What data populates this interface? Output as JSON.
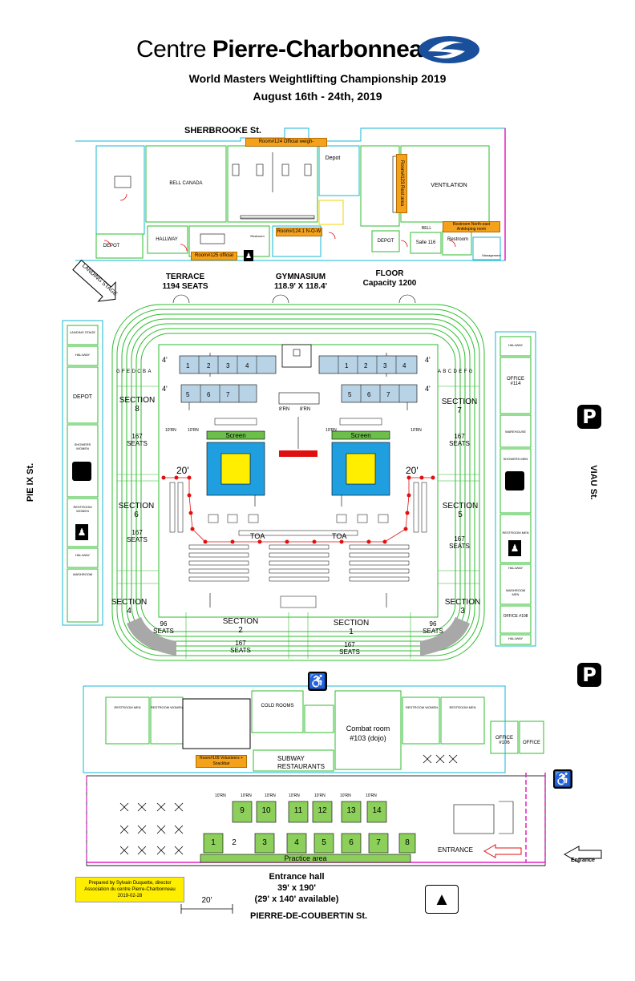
{
  "header": {
    "logo_text_light": "Centre",
    "logo_text_bold": "Pierre-Charbonneau",
    "title": "World Masters Weightlifting Championship 2019",
    "dates": "August 16th - 24th, 2019"
  },
  "streets": {
    "north": "SHERBROOKE St.",
    "west": "PIE IX St.",
    "east": "VIAU St.",
    "south": "PIERRE-DE-COUBERTIN St."
  },
  "top_rooms": {
    "room124": "Room#124 Official weigh-",
    "bell_canada": "BELL CANADA",
    "depot1": "Depot",
    "room123": "Room#123 Rest area",
    "ventilation": "VENTILATION",
    "room124_1": "Room#124.1 N-O-W",
    "room125": "Room#125 official",
    "hallway": "HALLWAY",
    "depot2": "DEPOT",
    "depot3": "DEPOT",
    "bell": "BELL",
    "salle116": "Salle 116",
    "restroom": "Restroom",
    "restroom_ne": "Restroom North-east Antidoping room",
    "management": "Management",
    "restroom_small": "Restroom"
  },
  "arena": {
    "terrace": "TERRACE",
    "terrace_seats": "1194 SEATS",
    "gymnasium": "GYMNASIUM",
    "gym_dims": "118.9' X 118.4'",
    "floor": "FLOOR",
    "floor_capacity": "Capacity 1200",
    "landing_stage": "LANDING STAGE",
    "screen": "Screen",
    "dim_20": "20'",
    "dim_4": "4'",
    "rn_label": "10'RN",
    "rn8_label": "8'RN",
    "toa": "TOA",
    "tables": [
      "1",
      "2",
      "3",
      "4",
      "5",
      "6",
      "7"
    ],
    "row_letters": [
      "G",
      "F",
      "E",
      "D",
      "C",
      "B",
      "A"
    ],
    "sections": [
      {
        "name": "SECTION",
        "num": "8",
        "seats": "167",
        "seats_label": "SEATS"
      },
      {
        "name": "SECTION",
        "num": "7",
        "seats": "167",
        "seats_label": "SEATS"
      },
      {
        "name": "SECTION",
        "num": "6",
        "seats": "167",
        "seats_label": "SEATS"
      },
      {
        "name": "SECTION",
        "num": "5",
        "seats": "167",
        "seats_label": "SEATS"
      },
      {
        "name": "SECTION",
        "num": "4",
        "seats": "96",
        "seats_label": "SEATS"
      },
      {
        "name": "SECTION",
        "num": "3",
        "seats": "96",
        "seats_label": "SEATS"
      },
      {
        "name": "SECTION",
        "num": "2",
        "seats": "167",
        "seats_label": "SEATS"
      },
      {
        "name": "SECTION",
        "num": "1",
        "seats": "167",
        "seats_label": "SEATS"
      }
    ]
  },
  "side_rooms": {
    "landing_stage_w": "LANDING STAGE",
    "hallway_w": "HALLWAY",
    "depot_w": "DEPOT",
    "showers_women": "SHOWERS WOMEN",
    "restroom_women": "RESTROOM WOMEN",
    "hallway_w2": "HALLWAY",
    "washroom_w": "WASHROOM",
    "hallway_e": "HALLWAY",
    "office114": "OFFICE #114",
    "warehouse": "WAREHOUSE",
    "showers_men": "SHOWERS MEN",
    "restroom_men": "RESTROOM MEN",
    "hallway_e2": "HALLWAY",
    "washroom_men": "WASHROOM MEN",
    "office108": "OFFICE #108",
    "hallway_e3": "HALLWAY",
    "parking": "P"
  },
  "bottom": {
    "restroom_men": "RESTROOM MEN",
    "restroom_women": "RESTROOM WOMEN",
    "cold_rooms": "COLD ROOMS",
    "combat_room": "Combat room",
    "combat_num": "#103 (dojo)",
    "restroom_women2": "RESTROOM WOMEN",
    "restroom_men2": "RESTROOM MEN",
    "office106": "OFFICE #106",
    "office": "OFFICE",
    "room109": "Room#109 Volunteers + Snackbar",
    "subway": "SUBWAY",
    "restaurants": "RESTAURANTS",
    "practice_numbers_top": [
      "9",
      "10",
      "11",
      "12",
      "13",
      "14"
    ],
    "practice_numbers_bottom": [
      "1",
      "2",
      "3",
      "4",
      "5",
      "6",
      "7",
      "8"
    ],
    "practice_area": "Practice area",
    "entrance": "ENTRANCE",
    "entrance_arrow": "Entrance",
    "entrance_hall": "Entrance hall",
    "hall_dims": "39' x 190'",
    "hall_available": "(29' x 140' available)",
    "scale": "20'"
  },
  "credit": {
    "line1": "Prepared by Sylvain Duquette, director",
    "line2": "Association du centre Pierre-Charbonneau",
    "line3": "2019-02-28"
  },
  "colors": {
    "wall_green": "#2dbe2d",
    "wall_cyan": "#16b7d4",
    "stage_blue": "#1f9fe0",
    "platform_yellow": "#ffee00",
    "screen_green": "#6cc04a",
    "practice_green": "#8ccf5a",
    "orange_room": "#f4a11c",
    "magenta": "#e020c0",
    "red": "#e01010",
    "logo_blue": "#1a4f9c"
  }
}
